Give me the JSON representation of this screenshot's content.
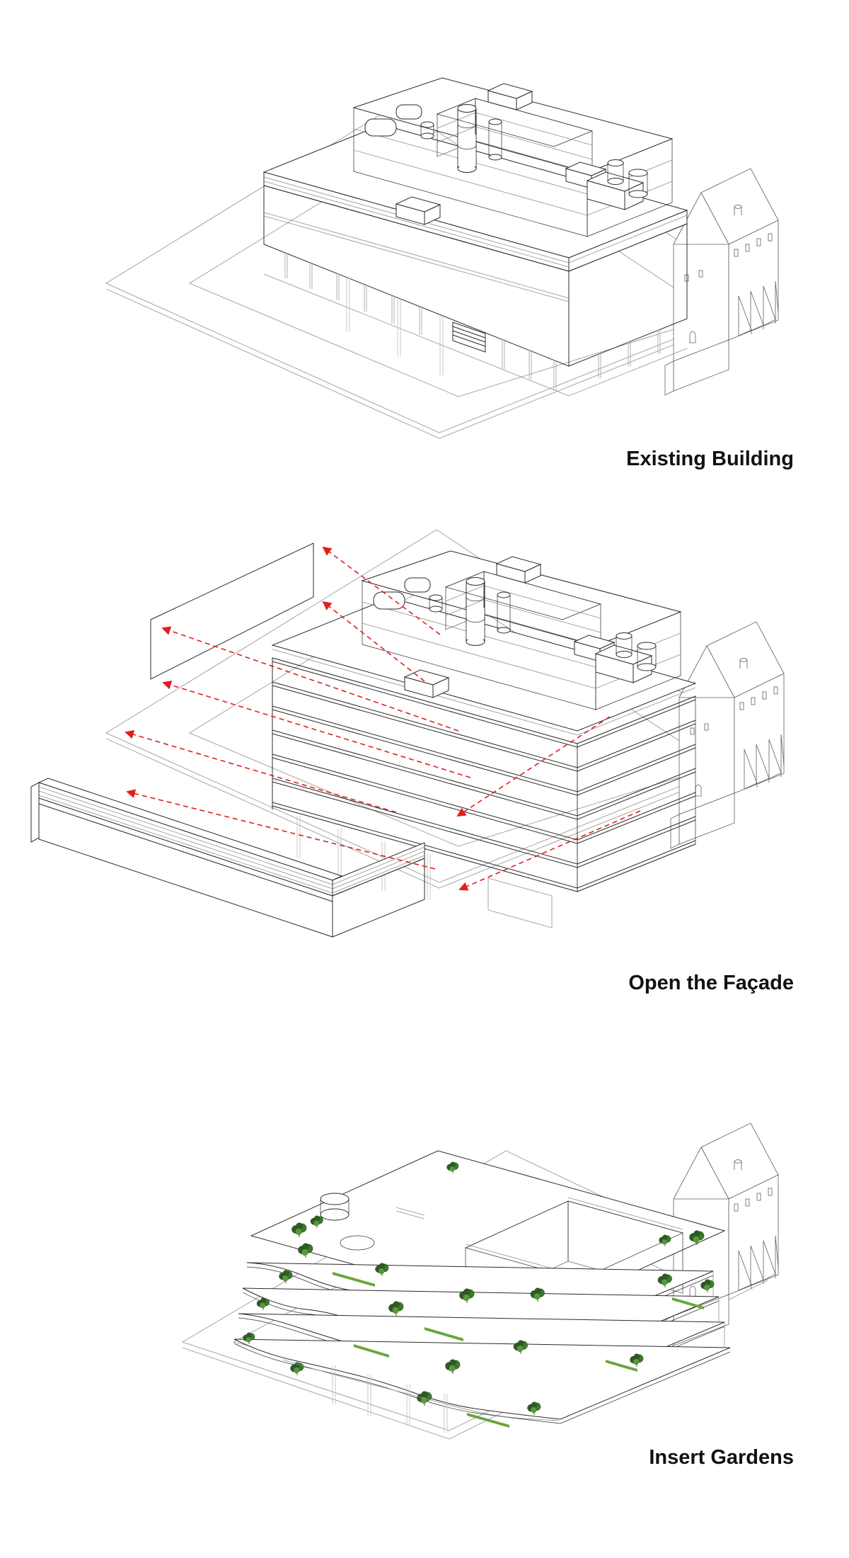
{
  "diagram": {
    "steps": [
      {
        "id": "existing-building",
        "label": "Existing Building"
      },
      {
        "id": "open-the-facade",
        "label": "Open the Façade"
      },
      {
        "id": "insert-gardens",
        "label": "Insert Gardens"
      }
    ]
  },
  "colors": {
    "line": "#2b2b2b",
    "light_line": "#8f8f8f",
    "ground_line": "#9a9a9a",
    "neighbor_line": "#5f5f5f",
    "column_gray": "#b0b0b0",
    "arrow_red": "#e01f1f",
    "tree_dark": "#2e5b24",
    "tree_mid": "#3a7a2c",
    "tree_light": "#579a3a",
    "planter_green": "#6aa53a",
    "hatch_bg": "#dcdcdc",
    "hatch_line": "#a0a0a0",
    "label_text": "#111111",
    "page_bg": "#ffffff"
  }
}
